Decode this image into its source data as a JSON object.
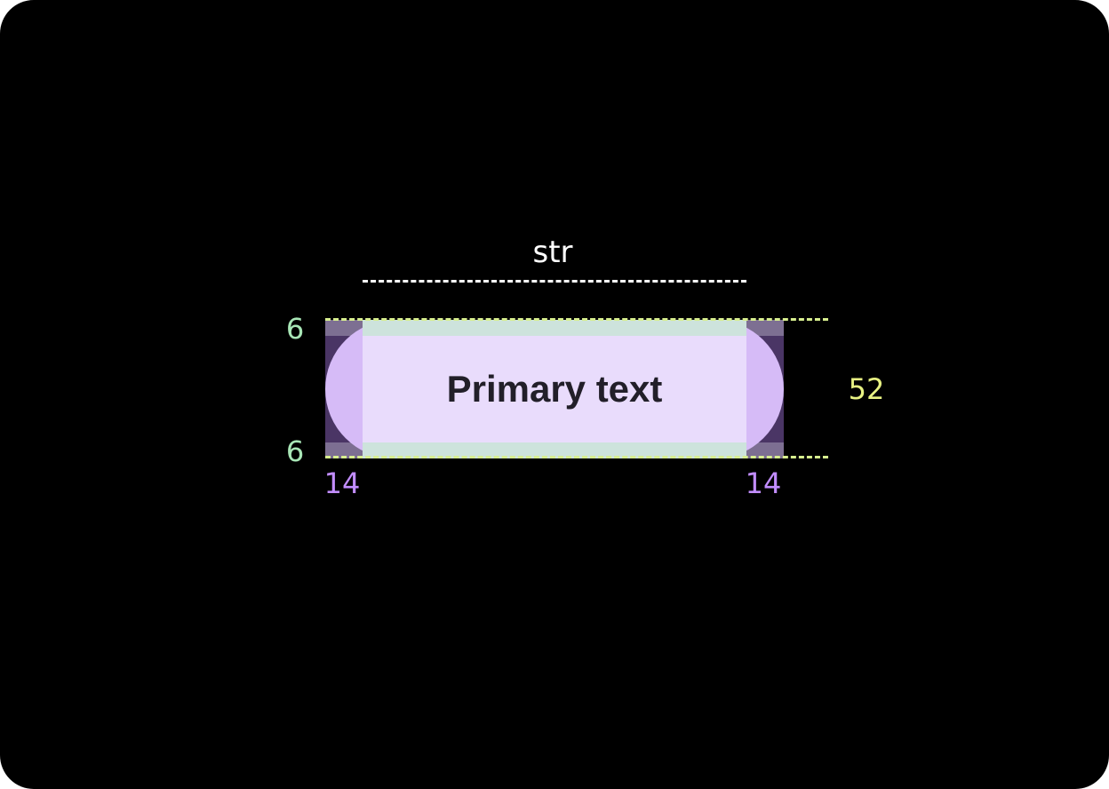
{
  "spec": {
    "width_label": "str",
    "button_label": "Primary text",
    "height_label": "52",
    "top_padding_label": "6",
    "bottom_padding_label": "6",
    "left_padding_label": "14",
    "right_padding_label": "14"
  },
  "colors": {
    "background": "#000000",
    "container": "#d6bbf7",
    "content": "#e9dcfc",
    "horizontal_padding": "#4a3565",
    "vertical_padding": "#cde3dc",
    "label_text": "#221f29",
    "vertical_measure": "#a8e6b6",
    "horizontal_measure": "#c28dff",
    "height_measure": "#e8f283"
  }
}
